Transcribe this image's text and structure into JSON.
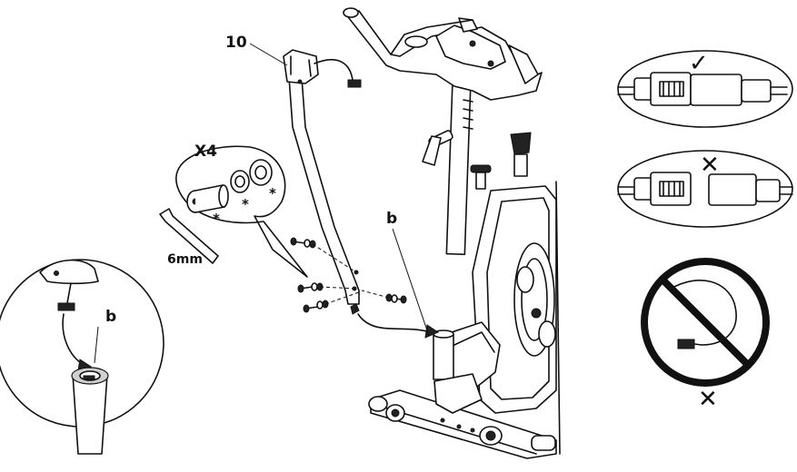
{
  "labels": {
    "part_10": "10",
    "hardware_qty": "X4",
    "wrench_size": "6mm",
    "point_b_main": "b",
    "point_b_detail": "b",
    "star_bolt": "*",
    "star_washer_1": "*",
    "star_washer_2": "*",
    "mark_correct": "✓",
    "mark_wrong_connector": "✕",
    "mark_wrong_cable": "✕"
  },
  "icons": {
    "check": "check-mark-icon",
    "cross": "cross-mark-icon",
    "prohibited": "prohibition-icon"
  },
  "colors": {
    "ink": "#111111",
    "paper": "#ffffff",
    "shade": "#cfcfcf"
  }
}
